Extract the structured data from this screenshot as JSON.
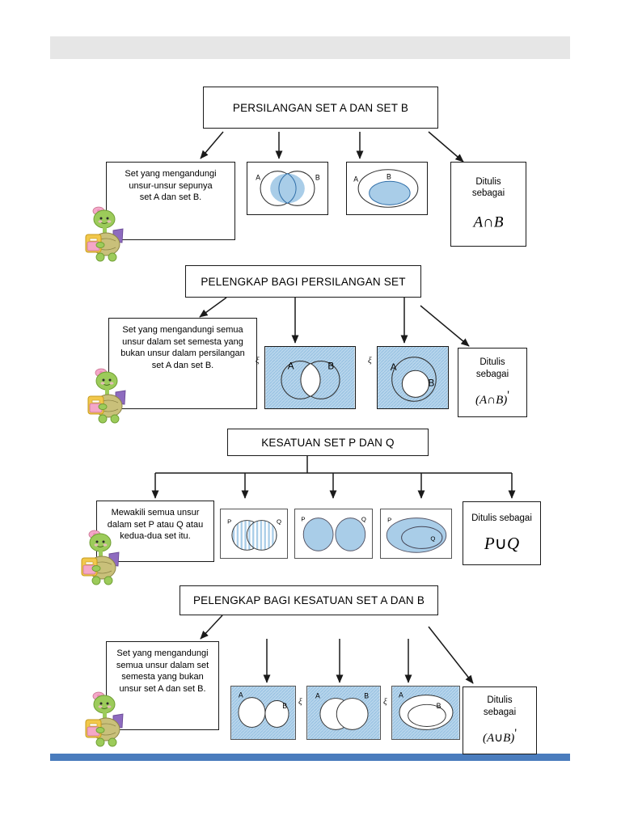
{
  "page": {
    "background_color": "#ffffff",
    "top_band_color": "#e6e6e6",
    "bottom_band_color": "#4a7cbd"
  },
  "colors": {
    "venn_fill_blue": "#a9cde8",
    "venn_hatch_blue": "#b9d6ec",
    "stroke": "#1a1a1a",
    "turtle_body": "#9ccb5a",
    "turtle_shell": "#c9c07a",
    "turtle_bow": "#f4a7c8",
    "turtle_bag": "#f2c84b",
    "turtle_purple": "#8e6bbf"
  },
  "sections": [
    {
      "id": "persilangan",
      "header": "PERSILANGAN SET A DAN SET B",
      "description": [
        "Set yang mengandungi",
        "unsur-unsur sepunya",
        "set A dan set B."
      ],
      "diagrams": [
        {
          "name": "venn-intersection-overlap",
          "labels": [
            "A",
            "B"
          ],
          "universe_symbol": ""
        },
        {
          "name": "venn-subset-b-in-a",
          "labels": [
            "A",
            "B"
          ],
          "universe_symbol": ""
        }
      ],
      "note": {
        "label_lines": [
          "Ditulis",
          "sebagai"
        ],
        "notation": "A ∩ B",
        "notation_parts": {
          "left": "A",
          "op": "∩",
          "right": "B",
          "prime": ""
        }
      }
    },
    {
      "id": "pelengkap-persilangan",
      "header": "PELENGKAP BAGI PERSILANGAN SET",
      "description": [
        "Set yang mengandungi semua",
        "unsur dalam set semesta yang",
        "bukan unsur dalam persilangan",
        "set A dan set B."
      ],
      "diagrams": [
        {
          "name": "venn-complement-intersection-overlap",
          "labels": [
            "A",
            "B"
          ],
          "universe_symbol": "ξ"
        },
        {
          "name": "venn-complement-intersection-subset",
          "labels": [
            "A",
            "B"
          ],
          "universe_symbol": "ξ"
        }
      ],
      "note": {
        "label_lines": [
          "Ditulis",
          "sebagai"
        ],
        "notation": "(A ∩ B)'",
        "notation_parts": {
          "left": "(A",
          "op": "∩",
          "right": "B)",
          "prime": "'"
        }
      }
    },
    {
      "id": "kesatuan",
      "header": "KESATUAN SET P DAN Q",
      "description": [
        "Mewakili semua unsur",
        "dalam set P atau Q atau",
        "kedua-dua set itu."
      ],
      "diagrams": [
        {
          "name": "venn-union-overlap-striped",
          "labels": [
            "P",
            "Q"
          ],
          "universe_symbol": ""
        },
        {
          "name": "venn-union-disjoint",
          "labels": [
            "P",
            "Q"
          ],
          "universe_symbol": ""
        },
        {
          "name": "venn-union-subset-q-in-p",
          "labels": [
            "P",
            "Q"
          ],
          "universe_symbol": ""
        }
      ],
      "note": {
        "label_lines": [
          "Ditulis sebagai"
        ],
        "notation": "P ∪ Q",
        "notation_parts": {
          "left": "P",
          "op": "∪",
          "right": "Q",
          "prime": ""
        }
      }
    },
    {
      "id": "pelengkap-kesatuan",
      "header": "PELENGKAP BAGI KESATUAN SET A DAN B",
      "description": [
        "Set yang mengandungi",
        "semua unsur dalam set",
        "semesta yang bukan",
        "unsur  set  A dan set B."
      ],
      "diagrams": [
        {
          "name": "venn-complement-union-disjoint",
          "labels": [
            "A",
            "B"
          ],
          "universe_symbol": "ξ"
        },
        {
          "name": "venn-complement-union-overlap",
          "labels": [
            "A",
            "B"
          ],
          "universe_symbol": "ξ"
        },
        {
          "name": "venn-complement-union-subset",
          "labels": [
            "A",
            "B"
          ],
          "universe_symbol": "ξ"
        }
      ],
      "note": {
        "label_lines": [
          "Ditulis",
          "sebagai"
        ],
        "notation": "(A ∪ B)'",
        "notation_parts": {
          "left": "(A",
          "op": "∪",
          "right": "B)",
          "prime": "'"
        }
      }
    }
  ],
  "mascot": {
    "name": "turtle-mascot",
    "count": 4
  }
}
